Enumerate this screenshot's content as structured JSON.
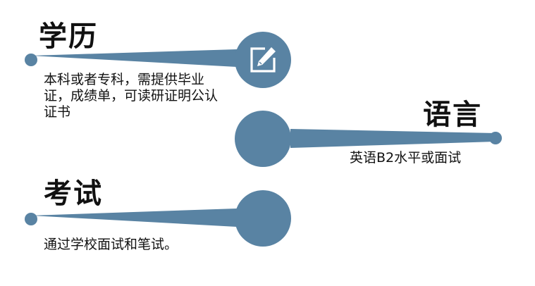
{
  "sections": [
    {
      "heading": "学历",
      "description": "本科或者专科，需提供毕业证，成绩单，可读研证明公认证书",
      "icon": "edit-icon"
    },
    {
      "heading": "语言",
      "description": "英语B2水平或面试"
    },
    {
      "heading": "考试",
      "description": "通过学校面试和笔试。"
    }
  ],
  "colors": {
    "accent": "#5983a3",
    "text": "#111111",
    "background": "#ffffff"
  }
}
